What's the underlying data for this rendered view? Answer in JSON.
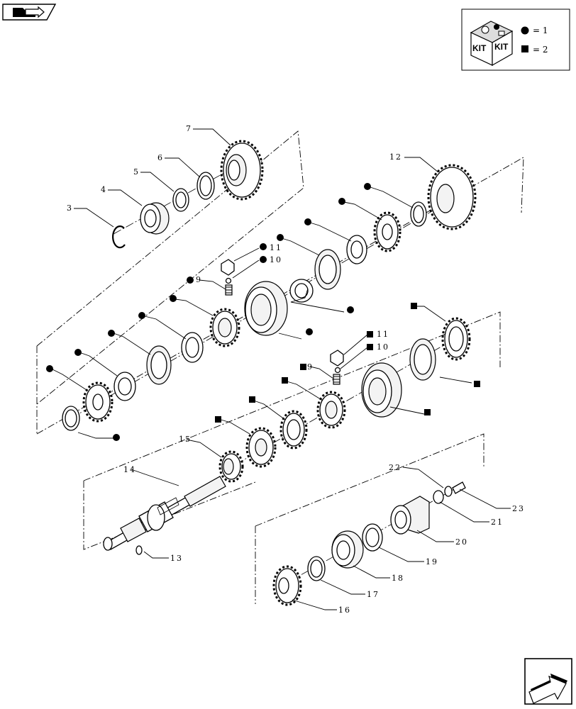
{
  "kit_legend": {
    "box_text_1": "KIT",
    "box_text_2": "KIT",
    "circle_value": "= 1",
    "square_value": "= 2"
  },
  "callouts": {
    "c3": "3",
    "c4": "4",
    "c5": "5",
    "c6": "6",
    "c7": "7",
    "c9a": "9",
    "c10a": "10",
    "c11a": "11",
    "c12": "12",
    "c9b": "9",
    "c10b": "10",
    "c11b": "11",
    "c13": "13",
    "c14": "14",
    "c15": "15",
    "c16": "16",
    "c17": "17",
    "c18": "18",
    "c19": "19",
    "c20": "20",
    "c21": "21",
    "c22": "22",
    "c23": "23"
  },
  "icons": {
    "top_left": "vehicle-nav-icon",
    "bottom_right": "next-page-arrow-icon",
    "kit_box": "kit-box-icon",
    "circle_marker": "circle-kit-marker",
    "square_marker": "square-kit-marker"
  }
}
